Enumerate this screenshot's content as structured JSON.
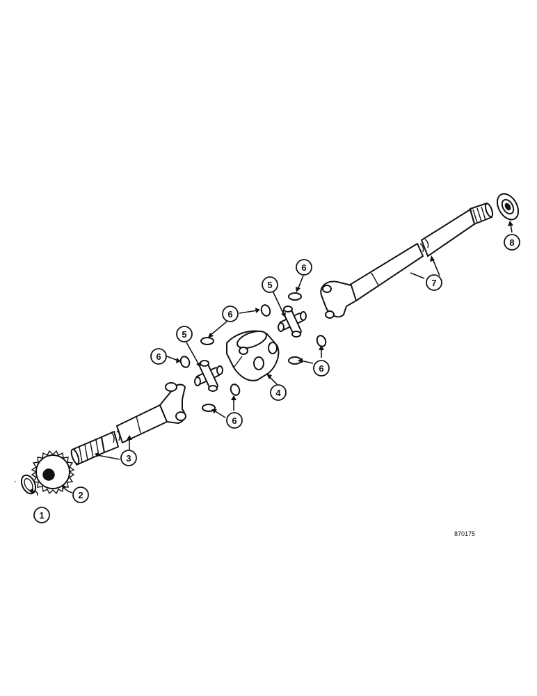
{
  "figure": {
    "reference_number": "870175"
  },
  "callouts": {
    "c1": "1",
    "c2": "2",
    "c3": "3",
    "c4": "4",
    "c5a": "5",
    "c5b": "5",
    "c6a": "6",
    "c6b": "6",
    "c6c": "6",
    "c6d": "6",
    "c6e": "6",
    "c7": "7",
    "c8": "8"
  },
  "parts": [
    {
      "callout": "1",
      "kind": "snap-ring"
    },
    {
      "callout": "2",
      "kind": "gear"
    },
    {
      "callout": "3",
      "kind": "inner-axle-shaft"
    },
    {
      "callout": "4",
      "kind": "center-yoke"
    },
    {
      "callout": "5",
      "kind": "universal-joint-cross"
    },
    {
      "callout": "6",
      "kind": "snap-ring"
    },
    {
      "callout": "7",
      "kind": "outer-axle-shaft"
    },
    {
      "callout": "8",
      "kind": "seal"
    }
  ]
}
